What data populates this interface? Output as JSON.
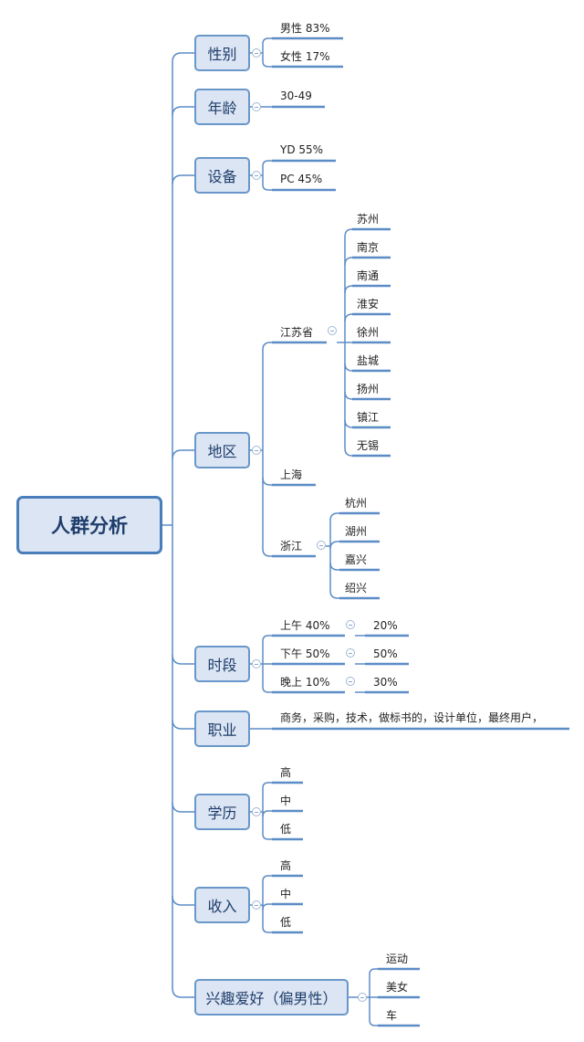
{
  "root": "人群分析",
  "categories": {
    "gender": {
      "label": "性别",
      "items": [
        "男性 83%",
        "女性 17%"
      ]
    },
    "age": {
      "label": "年龄",
      "items": [
        "30-49"
      ]
    },
    "device": {
      "label": "设备",
      "items": [
        "YD 55%",
        "PC 45%"
      ]
    },
    "region": {
      "label": "地区",
      "jiangsu": {
        "label": "江苏省",
        "cities": [
          "苏州",
          "南京",
          "南通",
          "淮安",
          "徐州",
          "盐城",
          "扬州",
          "镇江",
          "无锡"
        ]
      },
      "shanghai": {
        "label": "上海"
      },
      "zhejiang": {
        "label": "浙江",
        "cities": [
          "杭州",
          "湖州",
          "嘉兴",
          "绍兴"
        ]
      }
    },
    "time": {
      "label": "时段",
      "rows": [
        {
          "period": "上午 40%",
          "value": "20%"
        },
        {
          "period": "下午 50%",
          "value": "50%"
        },
        {
          "period": "晚上 10%",
          "value": "30%"
        }
      ]
    },
    "job": {
      "label": "职业",
      "items": [
        "商务，采购，技术，做标书的，设计单位，最终用户，"
      ]
    },
    "education": {
      "label": "学历",
      "items": [
        "高",
        "中",
        "低"
      ]
    },
    "income": {
      "label": "收入",
      "items": [
        "高",
        "中",
        "低"
      ]
    },
    "hobby": {
      "label": "兴趣爱好（偏男性）",
      "items": [
        "运动",
        "美女",
        "车"
      ]
    }
  },
  "colors": {
    "line": "#5b8cc6",
    "node_fill": "#dbe5f3",
    "node_border": "#6a97c9",
    "root_border": "#4a7ebb"
  }
}
